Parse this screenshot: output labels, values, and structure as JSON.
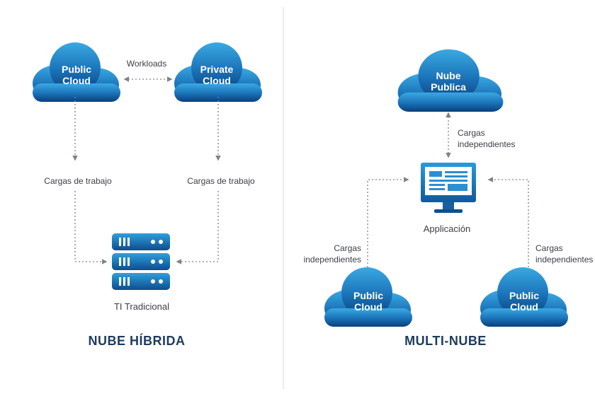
{
  "hybrid": {
    "heading": "NUBE HÍBRIDA",
    "cloud_left": {
      "line1": "Public",
      "line2": "Cloud"
    },
    "cloud_right": {
      "line1": "Private",
      "line2": "Cloud"
    },
    "workloads_label": "Workloads",
    "cargas_left": "Cargas de trabajo",
    "cargas_right": "Cargas de trabajo",
    "server_label": "TI Tradicional",
    "server_icon": "server-stack-icon"
  },
  "multi": {
    "heading": "MULTI-NUBE",
    "cloud_top": {
      "line1": "Nube",
      "line2": "Publica"
    },
    "cloud_bottom_left": {
      "line1": "Public",
      "line2": "Cloud"
    },
    "cloud_bottom_right": {
      "line1": "Public",
      "line2": "Cloud"
    },
    "label_top": {
      "line1": "Cargas",
      "line2": "independientes"
    },
    "label_left": {
      "line1": "Cargas",
      "line2": "independientes"
    },
    "label_right": {
      "line1": "Cargas",
      "line2": "independientes"
    },
    "app_label": "Applicación",
    "app_icon": "monitor-icon"
  },
  "colors": {
    "cloud_light": "#2e9fdc",
    "cloud_dark": "#0b3f7a",
    "heading": "#1f3b5c",
    "arrow": "#8a8f96",
    "divider": "#e3e6ea"
  }
}
